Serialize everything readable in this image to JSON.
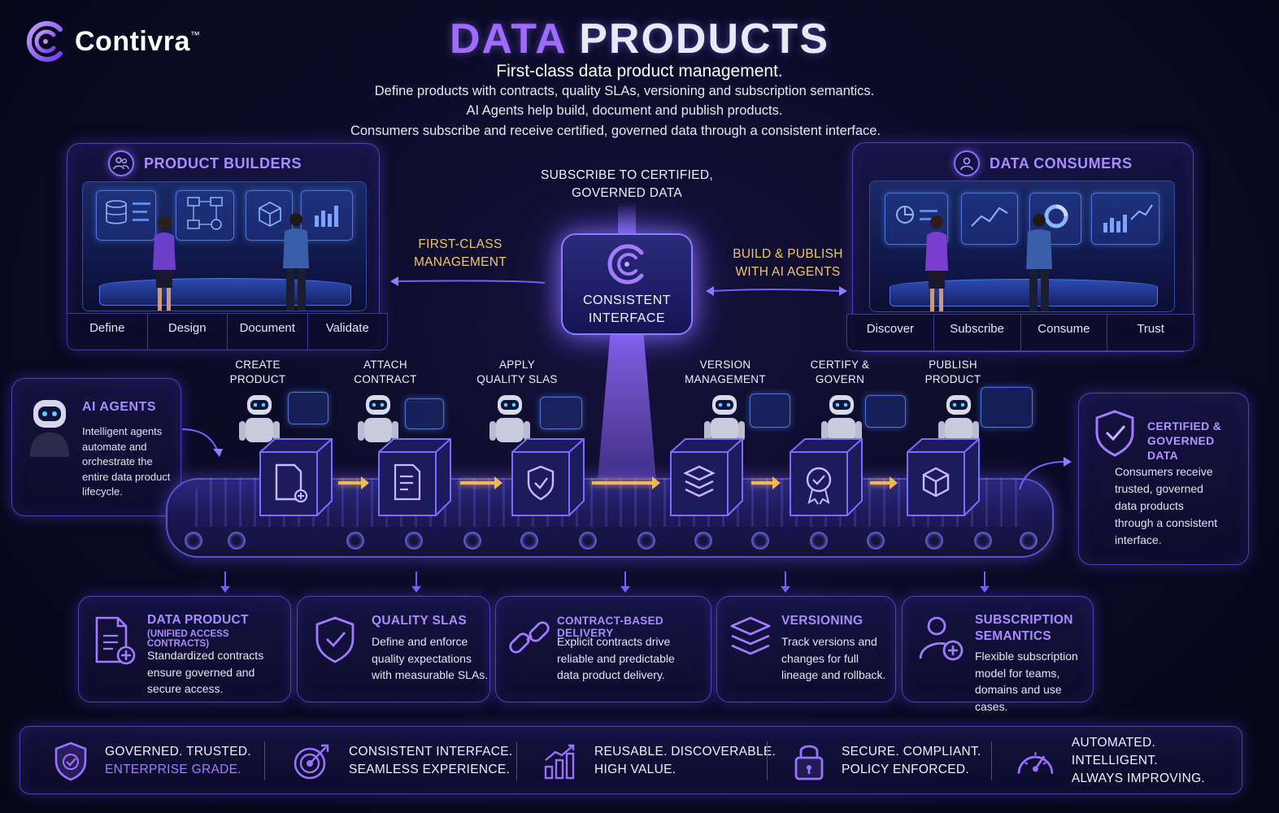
{
  "brand": {
    "name": "Contivra",
    "trademark": "™"
  },
  "header": {
    "title_part1": "DATA",
    "title_part2": "PRODUCTS",
    "subtitle": "First-class data product management.",
    "lines": [
      "Define products with contracts, quality SLAs, versioning and subscription semantics.",
      "AI Agents help build, document and publish products.",
      "Consumers subscribe and receive certified, governed data through a consistent interface."
    ]
  },
  "builders": {
    "title": "PRODUCT BUILDERS",
    "tabs": [
      "Define",
      "Design",
      "Document",
      "Validate"
    ]
  },
  "consumers": {
    "title": "DATA CONSUMERS",
    "tabs": [
      "Discover",
      "Subscribe",
      "Consume",
      "Trust"
    ]
  },
  "hub": {
    "top_label": [
      "SUBSCRIBE TO CERTIFIED,",
      "GOVERNED DATA"
    ],
    "label": [
      "CONSISTENT",
      "INTERFACE"
    ],
    "left_label": [
      "FIRST-CLASS",
      "MANAGEMENT"
    ],
    "right_label": [
      "BUILD & PUBLISH",
      "WITH AI AGENTS"
    ]
  },
  "ai_agents": {
    "title": "AI AGENTS",
    "text": [
      "Intelligent agents",
      "automate and",
      "orchestrate the",
      "entire data product",
      "lifecycle."
    ]
  },
  "steps": [
    {
      "line1": "CREATE",
      "line2": "PRODUCT"
    },
    {
      "line1": "ATTACH",
      "line2": "CONTRACT"
    },
    {
      "line1": "APPLY",
      "line2": "QUALITY SLAS"
    },
    {
      "line1": "VERSION",
      "line2": "MANAGEMENT"
    },
    {
      "line1": "CERTIFY &",
      "line2": "GOVERN"
    },
    {
      "line1": "PUBLISH",
      "line2": "PRODUCT"
    }
  ],
  "certified": {
    "title": [
      "CERTIFIED &",
      "GOVERNED DATA"
    ],
    "text": [
      "Consumers receive",
      "trusted, governed",
      "data products",
      "through a consistent",
      "interface."
    ]
  },
  "features": [
    {
      "title": "DATA PRODUCT",
      "sub": "(UNIFIED ACCESS CONTRACTS)",
      "text": [
        "Standardized contracts",
        "ensure governed and",
        "secure access."
      ],
      "icon": "document-plus-icon"
    },
    {
      "title": "QUALITY SLAS",
      "sub": "",
      "text": [
        "Define and enforce",
        "quality expectations",
        "with measurable SLAs."
      ],
      "icon": "shield-check-icon"
    },
    {
      "title": "CONTRACT-BASED DELIVERY",
      "sub": "",
      "text": [
        "Explicit contracts drive",
        "reliable and predictable",
        "data product delivery."
      ],
      "icon": "link-icon"
    },
    {
      "title": "VERSIONING",
      "sub": "",
      "text": [
        "Track versions and",
        "changes for full",
        "lineage and rollback."
      ],
      "icon": "layers-icon"
    },
    {
      "title": "SUBSCRIPTION",
      "title2": "SEMANTICS",
      "sub": "",
      "text": [
        "Flexible subscription",
        "model for teams,",
        "domains and use cases."
      ],
      "icon": "user-plus-icon"
    }
  ],
  "bottom": [
    {
      "line1": "GOVERNED. TRUSTED.",
      "line2": "ENTERPRISE GRADE.",
      "icon": "shield-check-icon"
    },
    {
      "line1": "CONSISTENT INTERFACE.",
      "line2": "SEAMLESS EXPERIENCE.",
      "icon": "target-icon"
    },
    {
      "line1": "REUSABLE. DISCOVERABLE.",
      "line2": "HIGH VALUE.",
      "icon": "growth-chart-icon"
    },
    {
      "line1": "SECURE. COMPLIANT.",
      "line2": "POLICY ENFORCED.",
      "icon": "lock-icon"
    },
    {
      "line1": "AUTOMATED. INTELLIGENT.",
      "line2": "ALWAYS IMPROVING.",
      "icon": "gauge-icon"
    }
  ],
  "colors": {
    "accent": "#a98cff",
    "gold": "#f2c56b",
    "border": "#4b43b8",
    "background": "#0a0a24"
  }
}
